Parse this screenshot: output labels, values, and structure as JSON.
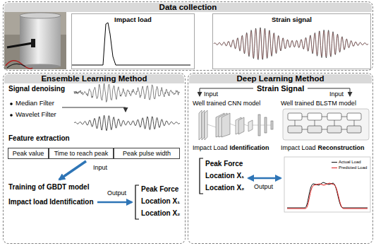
{
  "diagram": {
    "nodes": [
      {
        "text": [
          "Data collection"
        ]
      },
      {
        "text": [
          "Impact load"
        ],
        "in": 0
      },
      {
        "text": [
          "Strain signal"
        ],
        "in": 0
      },
      {
        "text": [
          "Ensemble Learning Method"
        ]
      },
      {
        "text": [
          "Peak value"
        ],
        "in": 3
      },
      {
        "text": [
          "Time to reach peak"
        ],
        "in": 3
      },
      {
        "text": [
          "Peak pulse width"
        ],
        "in": 3
      },
      {
        "text": [
          "Deep Learning Method"
        ]
      }
    ],
    "labels": [
      "Signal denoising",
      "Median Filter",
      "Wavelet Filter",
      "Feature extraction",
      "Input",
      "Training of GBDT model",
      "Impact load Identification",
      "Output",
      "Peak Force",
      "Location X₁",
      "Location X₂",
      "Strain Signal",
      "Input",
      "Input",
      "Well trained CNN model",
      "Well trained BLSTM model",
      "Impact Load",
      "Identification",
      "Impact Load",
      "Reconstruction",
      "Peak Force",
      "Location X₁",
      "Location X₂",
      "Output"
    ],
    "legend": [
      {
        "text": "Actual Load"
      },
      {
        "text": "Predicted Load"
      }
    ]
  }
}
